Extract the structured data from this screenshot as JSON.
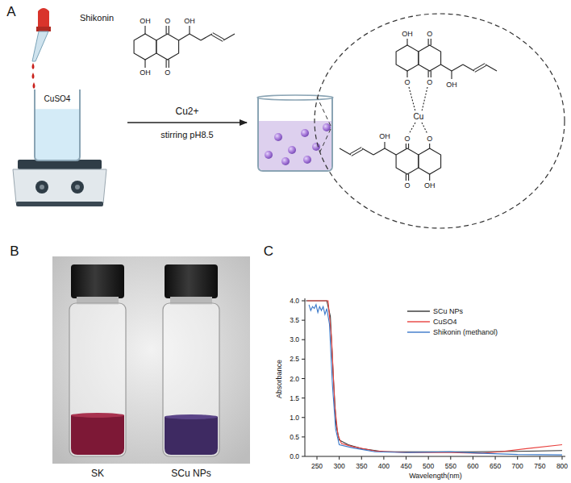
{
  "diagram": {
    "nodes": [
      {
        "text": [
          "CuSO4"
        ]
      }
    ],
    "labels": [
      "A",
      "Shikonin",
      "OH",
      "O",
      "OH",
      "O",
      "OH",
      "Cu2+",
      "stirring pH8.5",
      "OH",
      "O",
      "O",
      "O",
      "OH",
      "Cu",
      "O",
      "O",
      "OH",
      "O",
      "OH",
      "B",
      "SK",
      "SCu NPs",
      "C",
      "4.0",
      "3.5",
      "3.0",
      "2.5",
      "2.0",
      "1.5",
      "1.0",
      "0.5",
      "0.0",
      "Absorbance",
      "250",
      "300",
      "350",
      "400",
      "450",
      "500",
      "550",
      "600",
      "650",
      "700",
      "750",
      "800",
      "Wavelength(nm)"
    ],
    "legend": [
      {
        "text": "SCu NPs"
      },
      {
        "text": "CuSO4"
      },
      {
        "text": "Shikonin (methanol)"
      }
    ]
  }
}
